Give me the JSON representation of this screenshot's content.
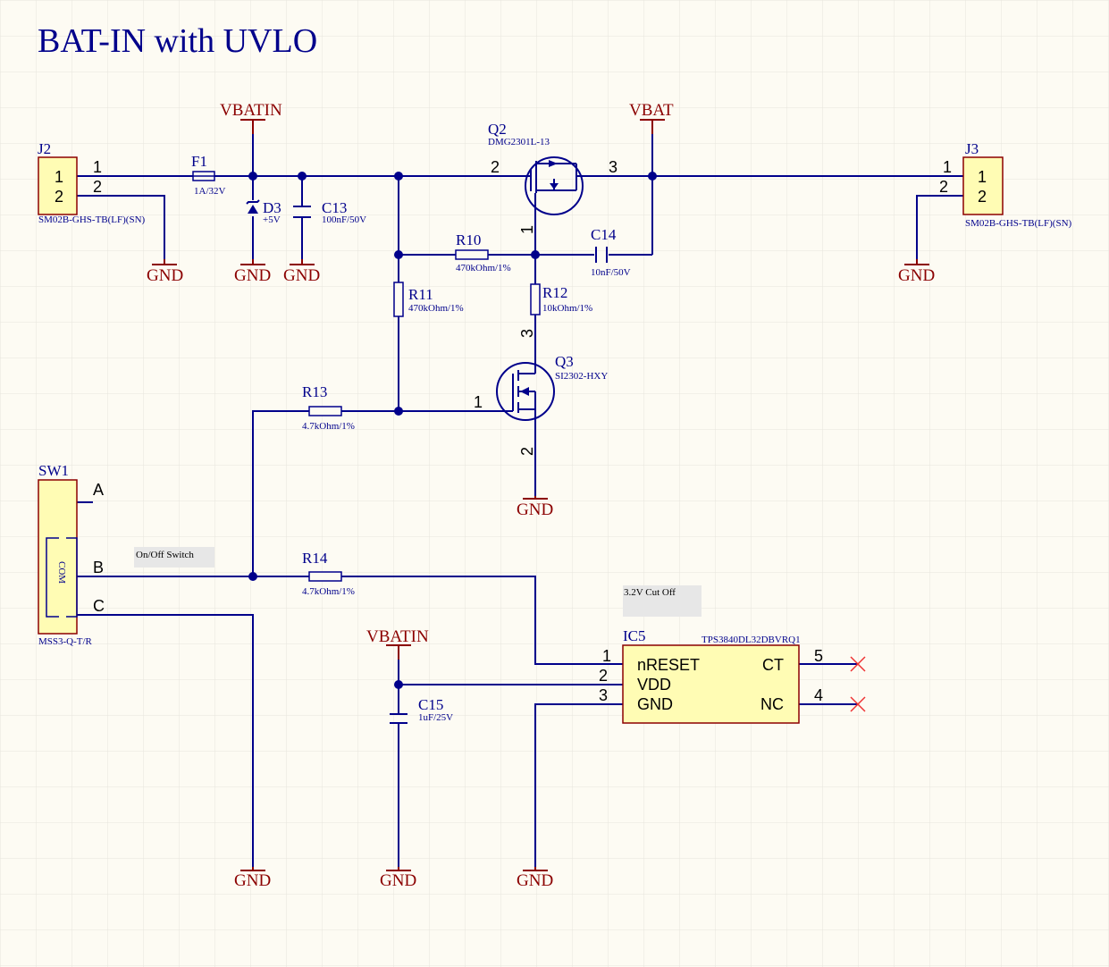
{
  "title": "BAT-IN with UVLO",
  "colors": {
    "background": "#fdfbf3",
    "grid": "#e6e4dc",
    "wire": "#00008b",
    "power_port": "#8b0000",
    "component_body": "#fffcb4"
  },
  "power_ports": {
    "vbatin_top": "VBATIN",
    "vbat": "VBAT",
    "vbatin_bottom": "VBATIN",
    "gnd": "GND"
  },
  "components": {
    "j2": {
      "designator": "J2",
      "pin1": "1",
      "pin2": "2",
      "part": "SM02B-GHS-TB(LF)(SN)"
    },
    "j3": {
      "designator": "J3",
      "pin1": "1",
      "pin2": "2",
      "part": "SM02B-GHS-TB(LF)(SN)"
    },
    "f1": {
      "designator": "F1",
      "value": "1A/32V"
    },
    "d3": {
      "designator": "D3",
      "value": "+5V"
    },
    "c13": {
      "designator": "C13",
      "value": "100nF/50V"
    },
    "q2": {
      "designator": "Q2",
      "part": "DMG2301L-13",
      "pin1": "1",
      "pin2": "2",
      "pin3": "3"
    },
    "r10": {
      "designator": "R10",
      "value": "470kOhm/1%"
    },
    "c14": {
      "designator": "C14",
      "value": "10nF/50V"
    },
    "r11": {
      "designator": "R11",
      "value": "470kOhm/1%"
    },
    "r12": {
      "designator": "R12",
      "value": "10kOhm/1%"
    },
    "q3": {
      "designator": "Q3",
      "part": "SI2302-HXY",
      "pin1": "1",
      "pin2": "2",
      "pin3": "3"
    },
    "r13": {
      "designator": "R13",
      "value": "4.7kOhm/1%"
    },
    "sw1": {
      "designator": "SW1",
      "part": "MSS3-Q-T/R",
      "pin_a": "A",
      "pin_b": "B",
      "pin_c": "C",
      "com": "COM"
    },
    "r14": {
      "designator": "R14",
      "value": "4.7kOhm/1%"
    },
    "c15": {
      "designator": "C15",
      "value": "1uF/25V"
    },
    "ic5": {
      "designator": "IC5",
      "part": "TPS3840DL32DBVRQ1",
      "pins": [
        "nRESET",
        "VDD",
        "GND",
        "CT",
        "NC"
      ],
      "pin_numbers": [
        "1",
        "2",
        "3",
        "5",
        "4"
      ]
    }
  },
  "notes": {
    "switch": "On/Off Switch",
    "cutoff": "3.2V Cut Off"
  }
}
